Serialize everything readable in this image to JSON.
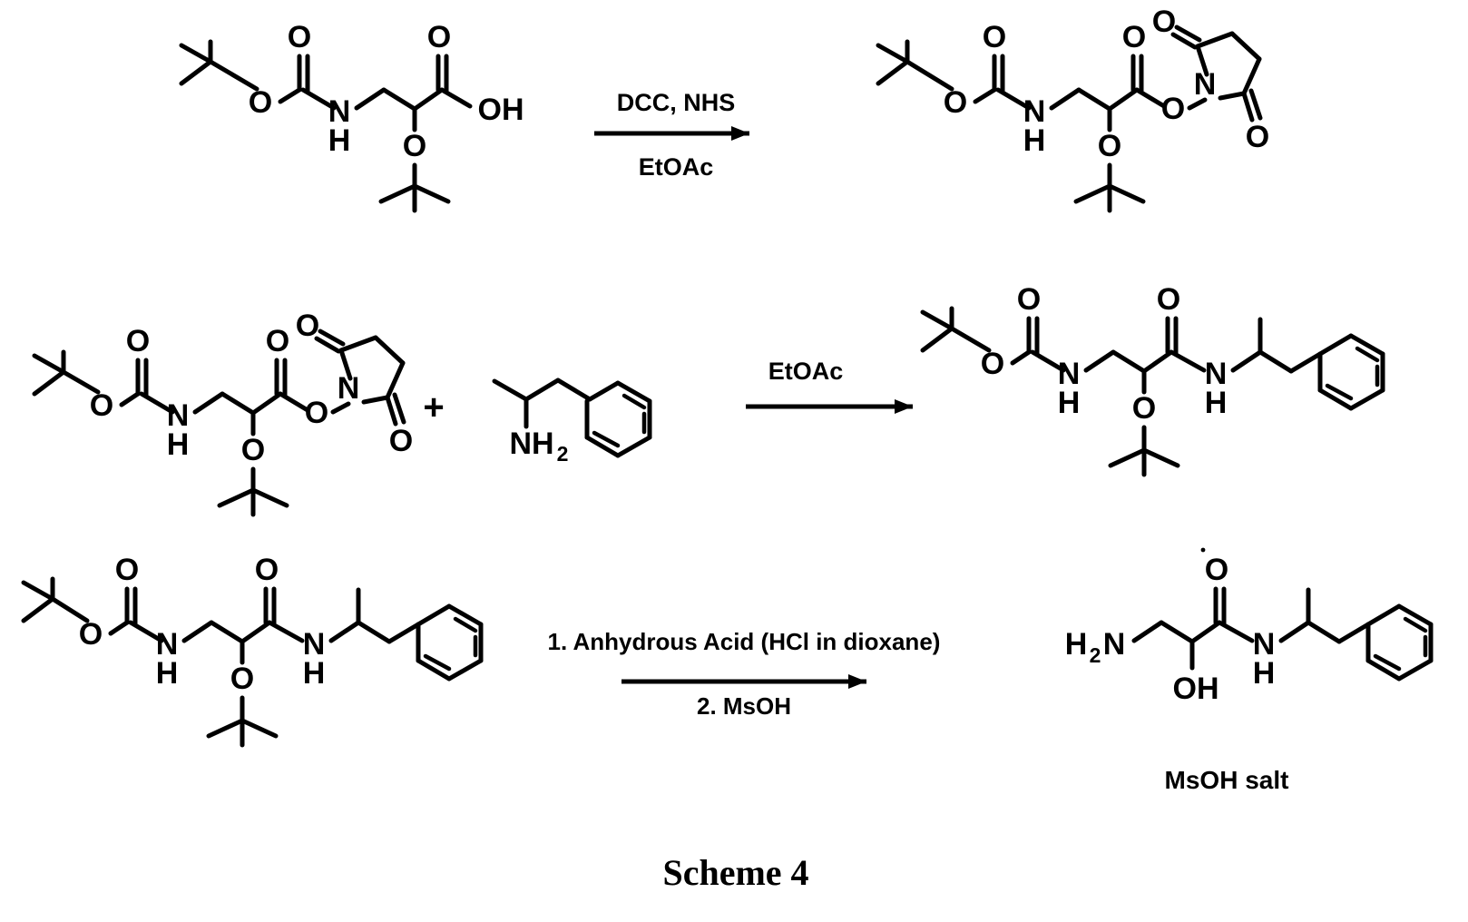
{
  "document": {
    "caption": "Scheme 4",
    "kind": "chemical-reaction-scheme"
  },
  "reactions": [
    {
      "id": "step-1",
      "reactants": [
        {
          "name": "boc-protected-tert-butyl-ether-acid",
          "labels": [
            "O",
            "O",
            "O",
            "O",
            "N",
            "H",
            "OH"
          ],
          "terminal_label": "OH"
        }
      ],
      "conditions": {
        "above": "DCC, NHS",
        "below": "EtOAc"
      },
      "products": [
        {
          "name": "nhs-ester",
          "labels": [
            "O",
            "O",
            "O",
            "O",
            "N",
            "H",
            "O",
            "N",
            "O",
            "O"
          ]
        }
      ]
    },
    {
      "id": "step-2",
      "reactants": [
        {
          "name": "nhs-ester",
          "labels": [
            "O",
            "O",
            "O",
            "O",
            "N",
            "H",
            "O",
            "N",
            "O",
            "O"
          ]
        },
        {
          "name": "amphetamine",
          "labels": [
            "NH",
            "2"
          ],
          "amine_label": "NH",
          "amine_sub": "2"
        }
      ],
      "plus": "+",
      "conditions": {
        "above": "EtOAc",
        "below": ""
      },
      "products": [
        {
          "name": "protected-amide",
          "labels": [
            "O",
            "O",
            "O",
            "N",
            "H",
            "O",
            "N",
            "H"
          ]
        }
      ]
    },
    {
      "id": "step-3",
      "reactants": [
        {
          "name": "protected-amide",
          "labels": [
            "O",
            "O",
            "O",
            "N",
            "H",
            "O",
            "N",
            "H"
          ]
        }
      ],
      "conditions": {
        "above": "1. Anhydrous Acid (HCl in dioxane)",
        "below": "2. MsOH"
      },
      "products": [
        {
          "name": "free-amino-alcohol-amide",
          "labels": [
            "H",
            "2",
            "N",
            "O",
            "OH",
            "N",
            "H"
          ],
          "amine_label": "N",
          "amine_prefix": "H",
          "amine_sub": "2",
          "hydroxyl_label": "OH",
          "salt_note": "MsOH salt"
        }
      ]
    }
  ],
  "atom_labels": {
    "oxygen": "O",
    "nitrogen": "N",
    "hydrogen": "H",
    "hydroxyl": "OH",
    "amine": "NH",
    "amine_subscript": "2",
    "amine_h2n_h": "H",
    "amine_h2n_sub": "2",
    "amine_h2n_n": "N"
  },
  "colors": {
    "ink": "#000000",
    "background": "#ffffff"
  }
}
